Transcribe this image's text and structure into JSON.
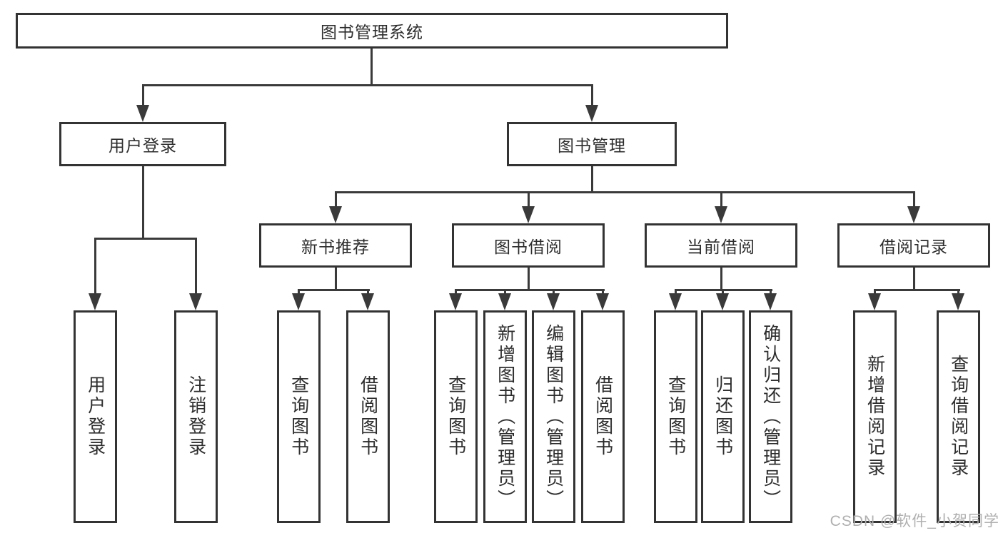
{
  "root": {
    "label": "图书管理系统"
  },
  "level2": {
    "user_login": {
      "label": "用户登录"
    },
    "book_mgmt": {
      "label": "图书管理"
    }
  },
  "level3": {
    "new_books": {
      "label": "新书推荐"
    },
    "book_borrow": {
      "label": "图书借阅"
    },
    "current_borrow": {
      "label": "当前借阅"
    },
    "borrow_records": {
      "label": "借阅记录"
    }
  },
  "leaves": {
    "user_login": [
      "用户登录",
      "注销登录"
    ],
    "new_books": [
      "查询图书",
      "借阅图书"
    ],
    "book_borrow": [
      "查询图书",
      "新增图书（管理员）",
      "编辑图书（管理员）",
      "借阅图书"
    ],
    "current_borrow": [
      "查询图书",
      "归还图书",
      "确认归还（管理员）"
    ],
    "borrow_records": [
      "新增借阅记录",
      "查询借阅记录"
    ]
  },
  "watermark": {
    "text": "CSDN @软件_小贺同学"
  },
  "colors": {
    "line": "#3a3a3a",
    "border": "#333333",
    "text": "#2d2d2d",
    "background": "#ffffff",
    "watermark": "#b0b0b0"
  }
}
